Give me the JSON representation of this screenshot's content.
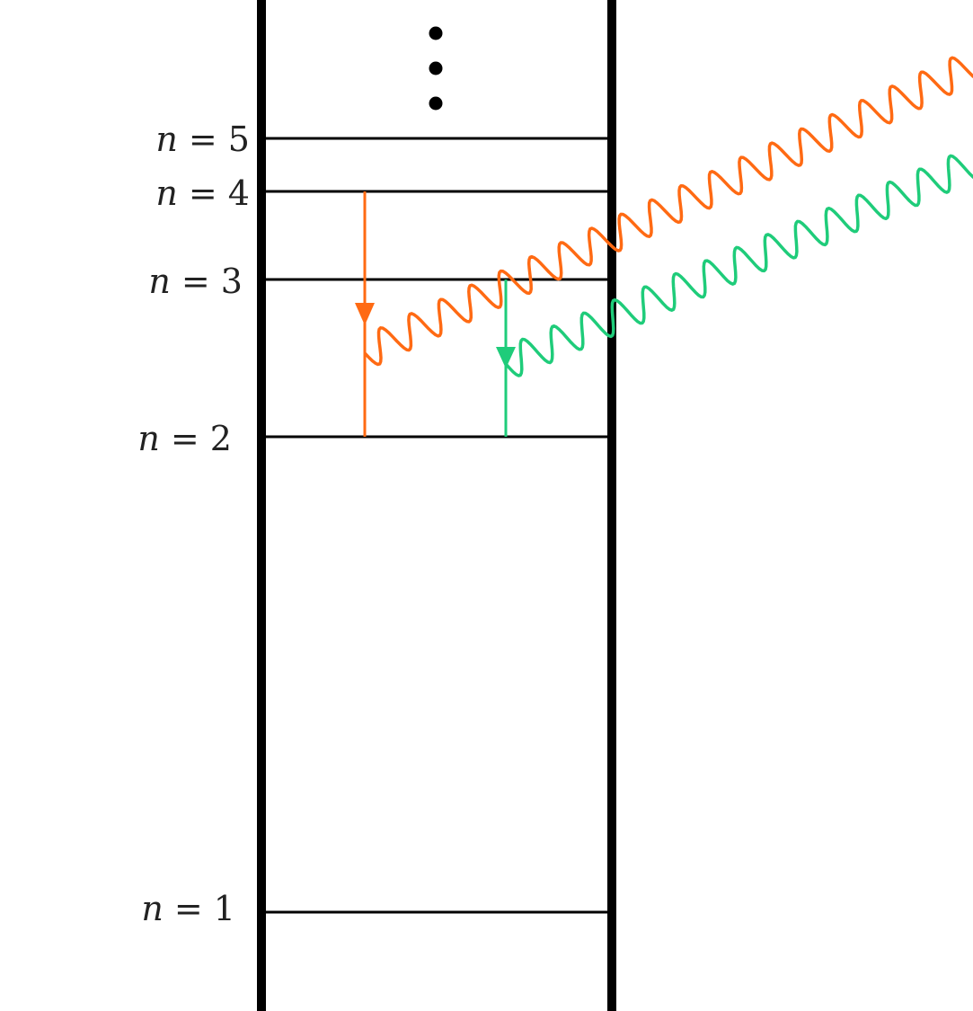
{
  "diagram": {
    "title": "Energy level diagram with photon emissions",
    "levels": [
      {
        "n": 5,
        "label": "n = 5"
      },
      {
        "n": 4,
        "label": "n = 4"
      },
      {
        "n": 3,
        "label": "n = 3"
      },
      {
        "n": 2,
        "label": "n = 2"
      },
      {
        "n": 1,
        "label": "n = 1"
      }
    ],
    "label_var": "n",
    "label_eq": "=",
    "continuation": "⋮",
    "transitions": [
      {
        "name": "orange",
        "from": 4,
        "to": 2,
        "color": "#ff6a13"
      },
      {
        "name": "green",
        "from": 3,
        "to": 2,
        "color": "#1fcc7a"
      }
    ],
    "colors": {
      "frame": "#000000",
      "level_line": "#000000",
      "label": "#222222"
    }
  }
}
